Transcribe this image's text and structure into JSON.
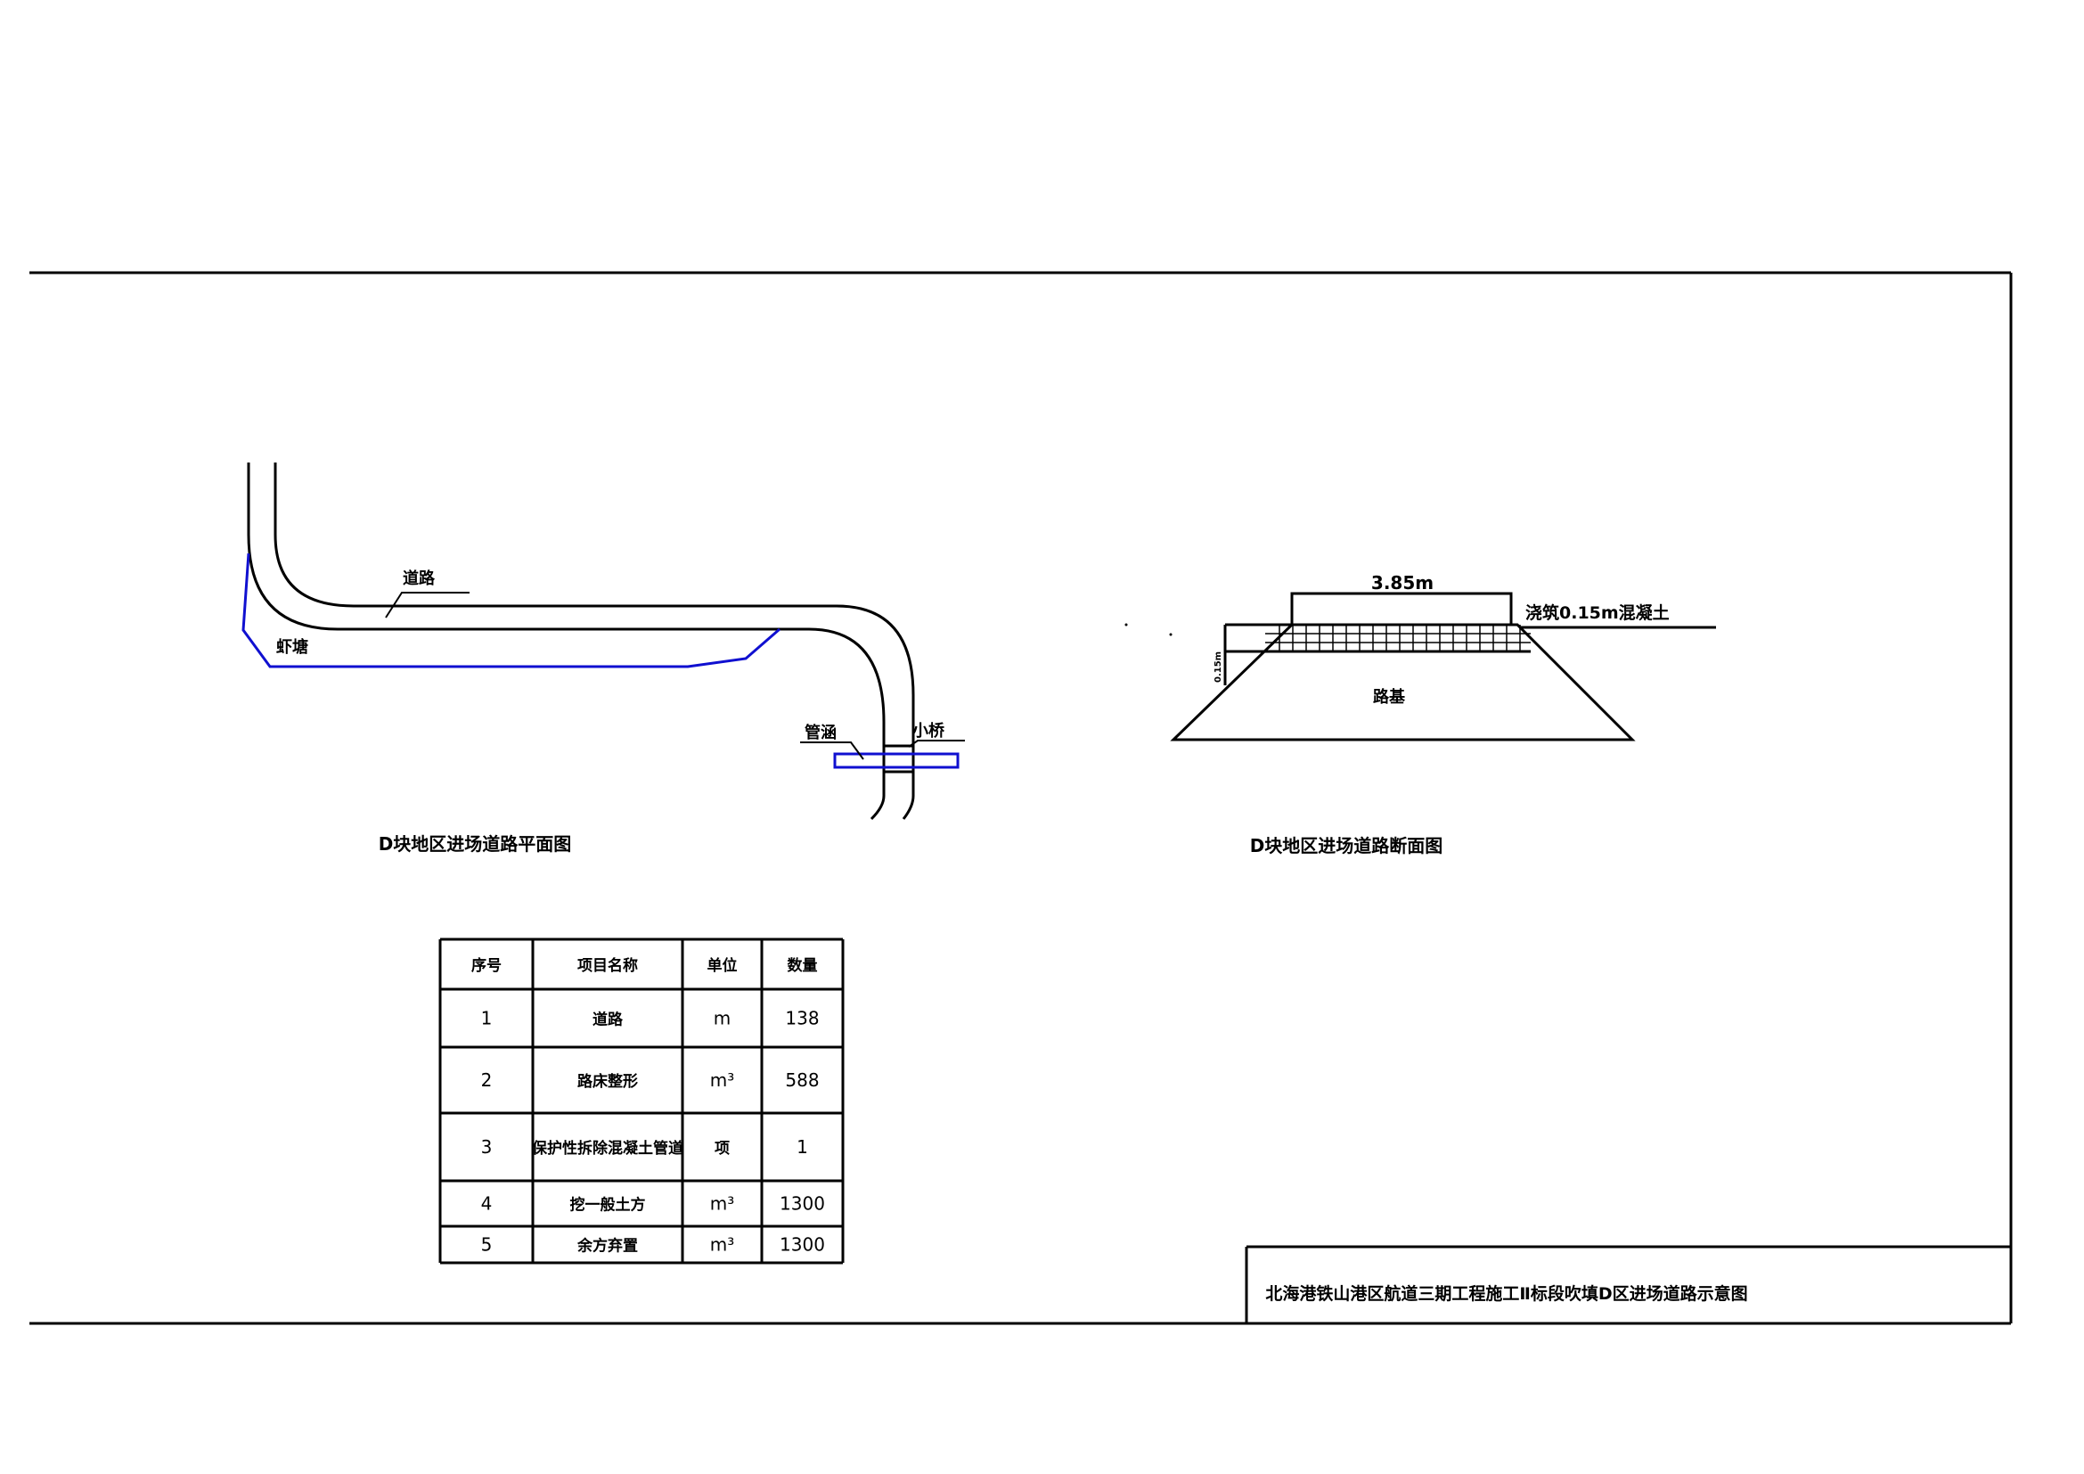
{
  "plan": {
    "title": "D块地区进场道路平面图",
    "label_road": "道路",
    "label_pond": "虾塘",
    "label_culvert": "管涵",
    "label_bridge": "小桥"
  },
  "section": {
    "title": "D块地区进场道路断面图",
    "width_label": "3.85m",
    "concrete_label": "浇筑0.15m混凝土",
    "thickness_label": "0.15m",
    "subgrade_label": "路基"
  },
  "table": {
    "headers": [
      "序号",
      "项目名称",
      "单位",
      "数量"
    ],
    "rows": [
      [
        "1",
        "道路",
        "m",
        "138"
      ],
      [
        "2",
        "路床整形",
        "m³",
        "588"
      ],
      [
        "3",
        "保护性拆除混凝土管道",
        "项",
        "1"
      ],
      [
        "4",
        "挖一般土方",
        "m³",
        "1300"
      ],
      [
        "5",
        "余方弃置",
        "m³",
        "1300"
      ]
    ]
  },
  "title_block": {
    "title": "北海港铁山港区航道三期工程施工Ⅱ标段吹填D区进场道路示意图"
  },
  "colors": {
    "line": "#000000",
    "blue": "#1010d0"
  }
}
